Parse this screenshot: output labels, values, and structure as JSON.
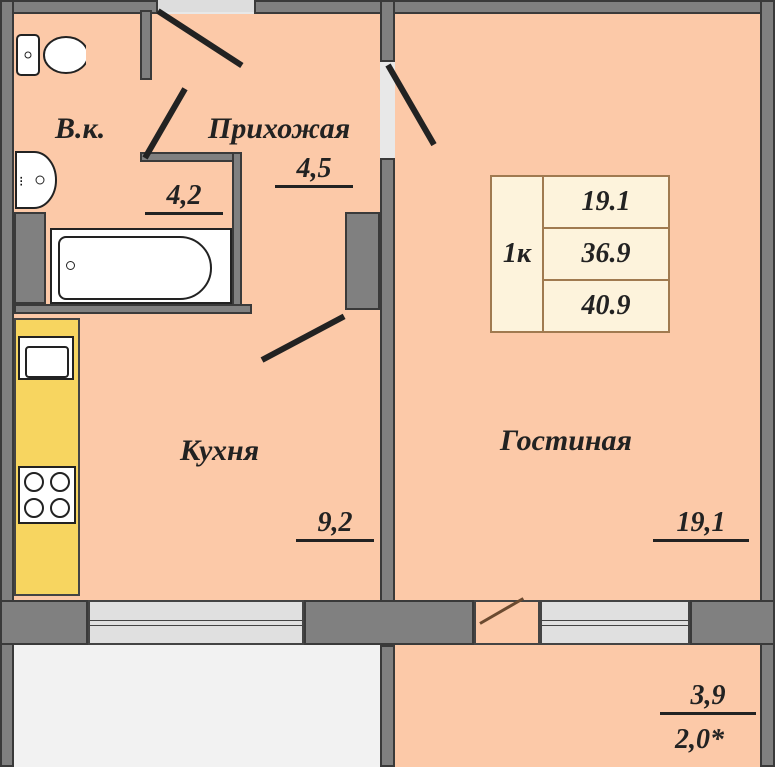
{
  "rooms": {
    "bathroom": {
      "label": "В.к.",
      "area": "4,2"
    },
    "hallway": {
      "label": "Прихожая",
      "area": "4,5"
    },
    "kitchen": {
      "label": "Кухня",
      "area": "9,2"
    },
    "living": {
      "label": "Гостиная",
      "area": "19,1"
    },
    "balcony": {
      "area": "3,9",
      "reduced_area": "2,0*"
    }
  },
  "summary": {
    "type": "1к",
    "living_area": "19.1",
    "total_area_1": "36.9",
    "total_area_2": "40.9"
  },
  "colors": {
    "floor": "#fcc9a8",
    "wall": "#808080",
    "counter": "#f7d560",
    "info_box": "#fdf3dc"
  }
}
